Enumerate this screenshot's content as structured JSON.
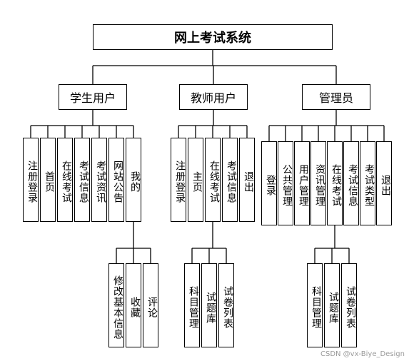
{
  "title": "网上考试系统",
  "groups": {
    "student": {
      "label": "学生用户",
      "items": [
        "注册登录",
        "首页",
        "在线考试",
        "考试信息",
        "考试资讯",
        "网站公告",
        "我的"
      ],
      "sub": [
        "修改基本信息",
        "收藏",
        "评论"
      ]
    },
    "teacher": {
      "label": "教师用户",
      "items": [
        "注册登录",
        "主页",
        "在线考试",
        "考试信息",
        "退出"
      ],
      "sub": [
        "科目管理",
        "试题库",
        "试卷列表"
      ]
    },
    "admin": {
      "label": "管理员",
      "items": [
        "登录",
        "公共管理",
        "用户管理",
        "资讯管理",
        "在线考试",
        "考试信息",
        "考试类型",
        "退出"
      ],
      "sub": [
        "科目管理",
        "试题库",
        "试卷列表"
      ]
    }
  },
  "watermark": "CSDN @vx-Biye_Design"
}
